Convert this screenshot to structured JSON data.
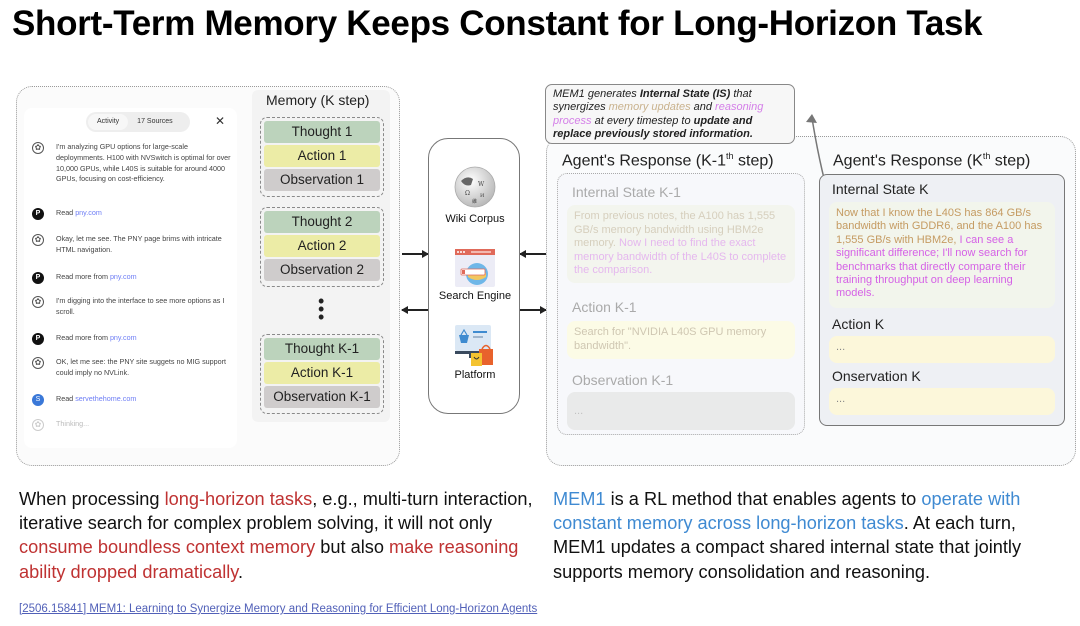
{
  "title": "Short-Term Memory Keeps Constant for Long-Horizon Task",
  "activity_panel": {
    "tabs": [
      "Activity",
      "17 Sources"
    ],
    "close_label": "✕",
    "items": [
      {
        "icon": "chatgpt-icon",
        "text": "I'm analyzing GPU options for large-scale deploymments. H100 with NVSwitch is optimal for over 10,000 GPUs, while L40S is suitable for around 4000 GPUs, focusing on cost-efficiency."
      },
      {
        "icon": "pny-icon",
        "text": "Read ",
        "link": "pny.com"
      },
      {
        "icon": "chatgpt-icon",
        "text": "Okay, let me see. The PNY page brims with intricate HTML navigation."
      },
      {
        "icon": "pny-icon",
        "text": "Read more from ",
        "link": "pny.com"
      },
      {
        "icon": "chatgpt-icon",
        "text": "I'm digging into the interface to see more options as I scroll."
      },
      {
        "icon": "pny-icon",
        "text": "Read more from ",
        "link": "pny.com"
      },
      {
        "icon": "chatgpt-icon",
        "text": "OK, let me see: the PNY site suggets no MIG support could imply no NVLink."
      },
      {
        "icon": "servethehome-icon",
        "text": "Read ",
        "link": "servethehome.com"
      },
      {
        "icon": "chatgpt-icon",
        "text": "Thinking..."
      }
    ]
  },
  "memory": {
    "title": "Memory (K step)",
    "groups": [
      {
        "thought": "Thought 1",
        "action": "Action 1",
        "observation": "Observation 1"
      },
      {
        "thought": "Thought 2",
        "action": "Action 2",
        "observation": "Observation 2"
      },
      {
        "thought": "Thought K-1",
        "action": "Action K-1",
        "observation": "Observation K-1"
      }
    ],
    "ellipsis": "⋮"
  },
  "tools": [
    {
      "label": "Wiki Corpus",
      "icon": "wikipedia-globe-icon"
    },
    {
      "label": "Search Engine",
      "icon": "search-engine-icon"
    },
    {
      "label": "Platform",
      "icon": "shopping-platform-icon"
    }
  ],
  "callout": {
    "p1": "MEM1 generates ",
    "b1": "Internal State (IS)",
    "p2": " that synergizes ",
    "tan": "memory updates",
    "p3": " and ",
    "violet": "reasoning process",
    "p4": " at every timestep to ",
    "b2": "update and replace previously stored information."
  },
  "response_prev": {
    "heading": "Agent's Response (K-1",
    "heading_sup": "th",
    "heading_tail": " step)",
    "is_label": "Internal State K-1",
    "is_text_a": "From previous notes, the A100 has 1,555 GB/s memory bandwidth using HBM2e memory. ",
    "is_text_b": "Now I need to find the exact memory bandwidth of the L40S to complete the comparison.",
    "action_label": "Action K-1",
    "action_text": "Search for \"NVIDIA L40S GPU memory bandwidth\".",
    "obs_label": "Observation K-1",
    "obs_text": "..."
  },
  "response_curr": {
    "heading": "Agent's Response (K",
    "heading_sup": "th",
    "heading_tail": " step)",
    "is_label": "Internal State K",
    "is_text_a": "Now that I know the L40S has 864 GB/s bandwidth with GDDR6, and the A100 has 1,555 GB/s with HBM2e, ",
    "is_text_b": "I can see a significant difference; I'll now search for benchmarks that directly compare their training throughput on deep learning models.",
    "action_label": "Action K",
    "action_text": "...",
    "obs_label": "Onservation K",
    "obs_text": "..."
  },
  "bottom_left": {
    "t1": "When processing ",
    "r1": "long-horizon tasks",
    "t2": ", e.g., multi-turn interaction, iterative search for complex problem solving, it will not only ",
    "r2": "consume boundless context memory",
    "t3": " but also ",
    "r3": "make reasoning ability dropped dramatically",
    "t4": "."
  },
  "bottom_right": {
    "b1": "MEM1",
    "t1": " is a RL method that enables agents to ",
    "b2": "operate with constant memory across long-horizon tasks",
    "t2": ". At each turn, MEM1 updates a compact shared internal state that jointly supports memory consolidation and reasoning."
  },
  "citation": "[2506.15841] MEM1: Learning to Synergize Memory and Reasoning for Efficient Long-Horizon Agents",
  "colors": {
    "thought": "#bcd3bc",
    "action": "#ececa6",
    "observation": "#cfcccc",
    "highlight_red": "#bf3232",
    "highlight_blue": "#3f8ad2",
    "memory_tan": "#c59b62",
    "reasoning_violet": "#d562e6"
  }
}
